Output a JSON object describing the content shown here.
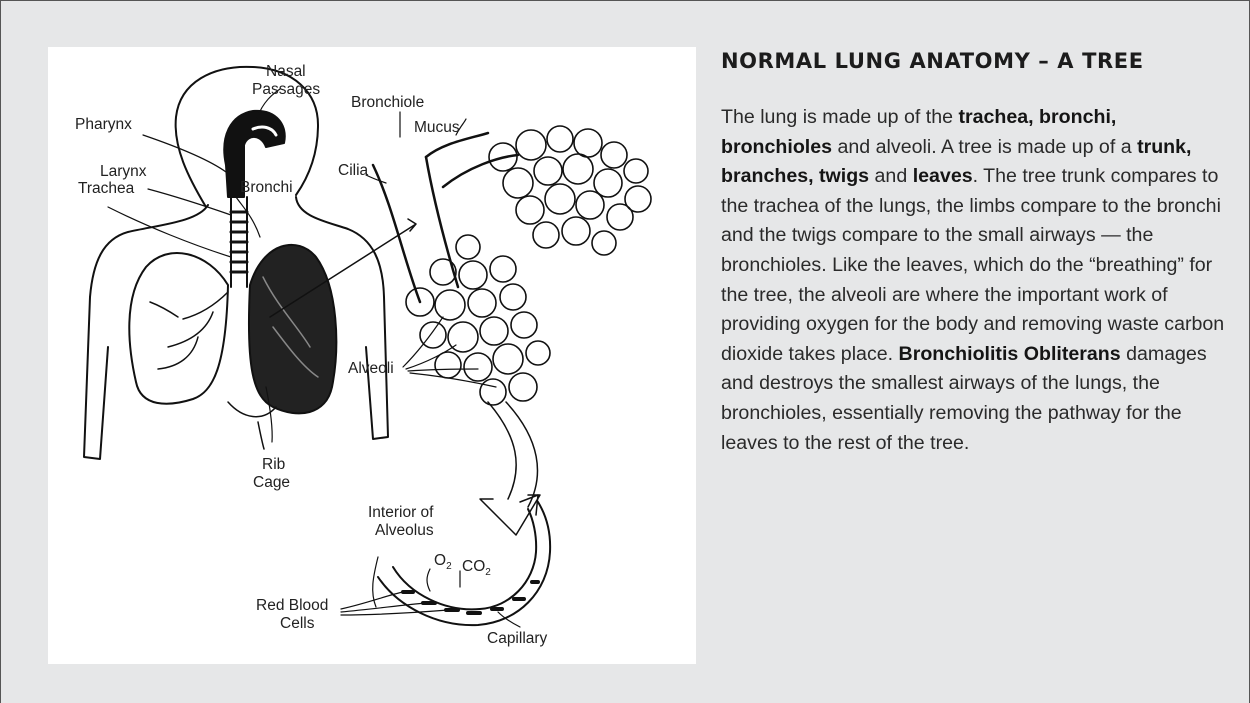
{
  "heading": "NORMAL LUNG ANATOMY – A TREE",
  "paragraph": {
    "t1": "The lung is made up of the ",
    "b1": "trachea, bronchi, bronchioles",
    "t2": " and alveoli. A tree is made up of a ",
    "b2": "trunk, branches, twigs",
    "t3": " and ",
    "b3": "leaves",
    "t4": ". The tree trunk compares to the trachea of the lungs, the limbs compare to the bronchi and the twigs compare to the small airways — the bronchioles. Like the leaves, which do the “breathing” for the tree, the alveoli are where the important work of providing oxygen for the body and removing waste carbon dioxide takes place. ",
    "b4": "Bronchiolitis Obliterans",
    "t5": " damages and destroys the smallest airways of the lungs, the bronchioles, essentially removing the pathway for the leaves to the rest of the tree."
  },
  "diagram": {
    "labels": {
      "nasal": "Nasal",
      "passages": "Passages",
      "pharynx": "Pharynx",
      "larynx": "Larynx",
      "trachea": "Trachea",
      "bronchi": "Bronchi",
      "rib": "Rib",
      "cage": "Cage",
      "bronchiole": "Bronchiole",
      "mucus": "Mucus",
      "cilia": "Cilia",
      "alveoli": "Alveoli",
      "interior_of": "Interior of",
      "alveolus": "Alveolus",
      "o2": "O",
      "co2": "CO",
      "sub2": "2",
      "red_blood": "Red Blood",
      "cells": "Cells",
      "capillary": "Capillary"
    }
  }
}
